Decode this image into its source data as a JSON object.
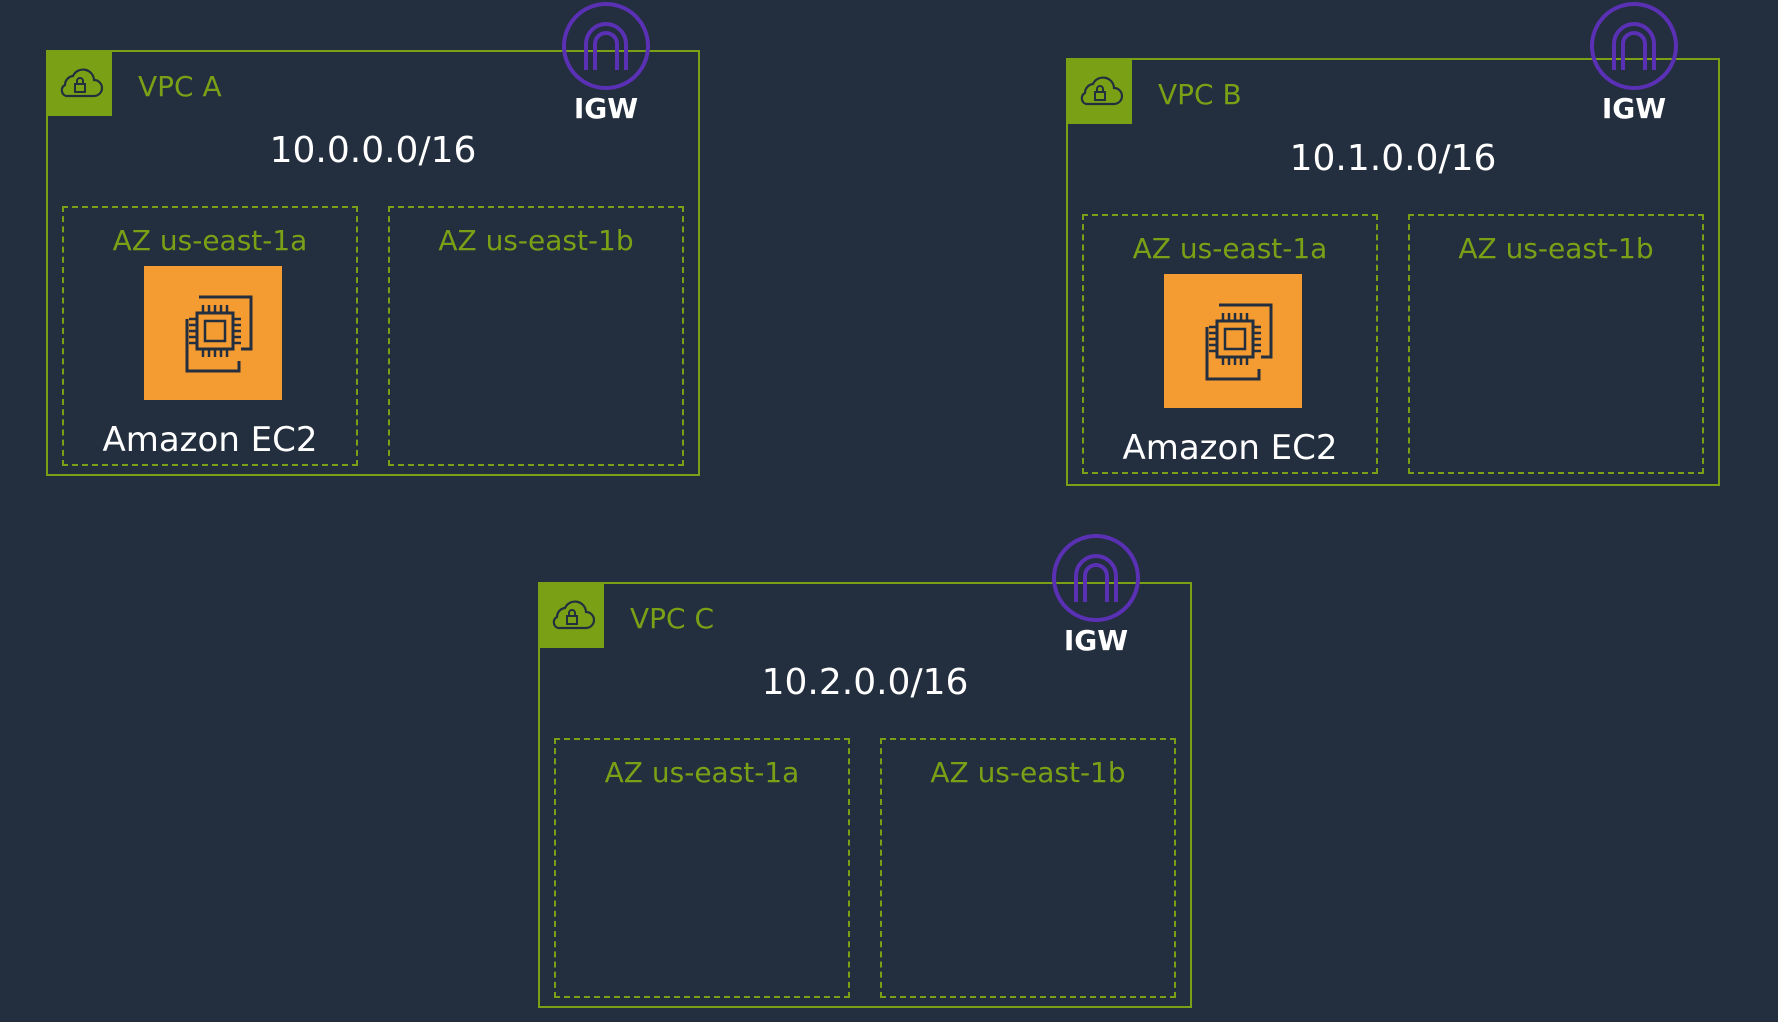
{
  "colors": {
    "background": "#232f3e",
    "vpc_border": "#7aa116",
    "igw": "#5a30b5",
    "ec2": "#f49c32",
    "text": "#ffffff"
  },
  "vpcs": [
    {
      "name": "VPC A",
      "cidr": "10.0.0.0/16",
      "igw_label": "IGW",
      "azs": [
        {
          "label": "AZ us-east-1a",
          "instance": "Amazon EC2"
        },
        {
          "label": "AZ us-east-1b"
        }
      ]
    },
    {
      "name": "VPC B",
      "cidr": "10.1.0.0/16",
      "igw_label": "IGW",
      "azs": [
        {
          "label": "AZ us-east-1a",
          "instance": "Amazon EC2"
        },
        {
          "label": "AZ us-east-1b"
        }
      ]
    },
    {
      "name": "VPC C",
      "cidr": "10.2.0.0/16",
      "igw_label": "IGW",
      "azs": [
        {
          "label": "AZ us-east-1a"
        },
        {
          "label": "AZ us-east-1b"
        }
      ]
    }
  ],
  "icons": {
    "vpc": "cloud-lock-icon",
    "igw": "internet-gateway-icon",
    "ec2": "ec2-chip-icon"
  }
}
